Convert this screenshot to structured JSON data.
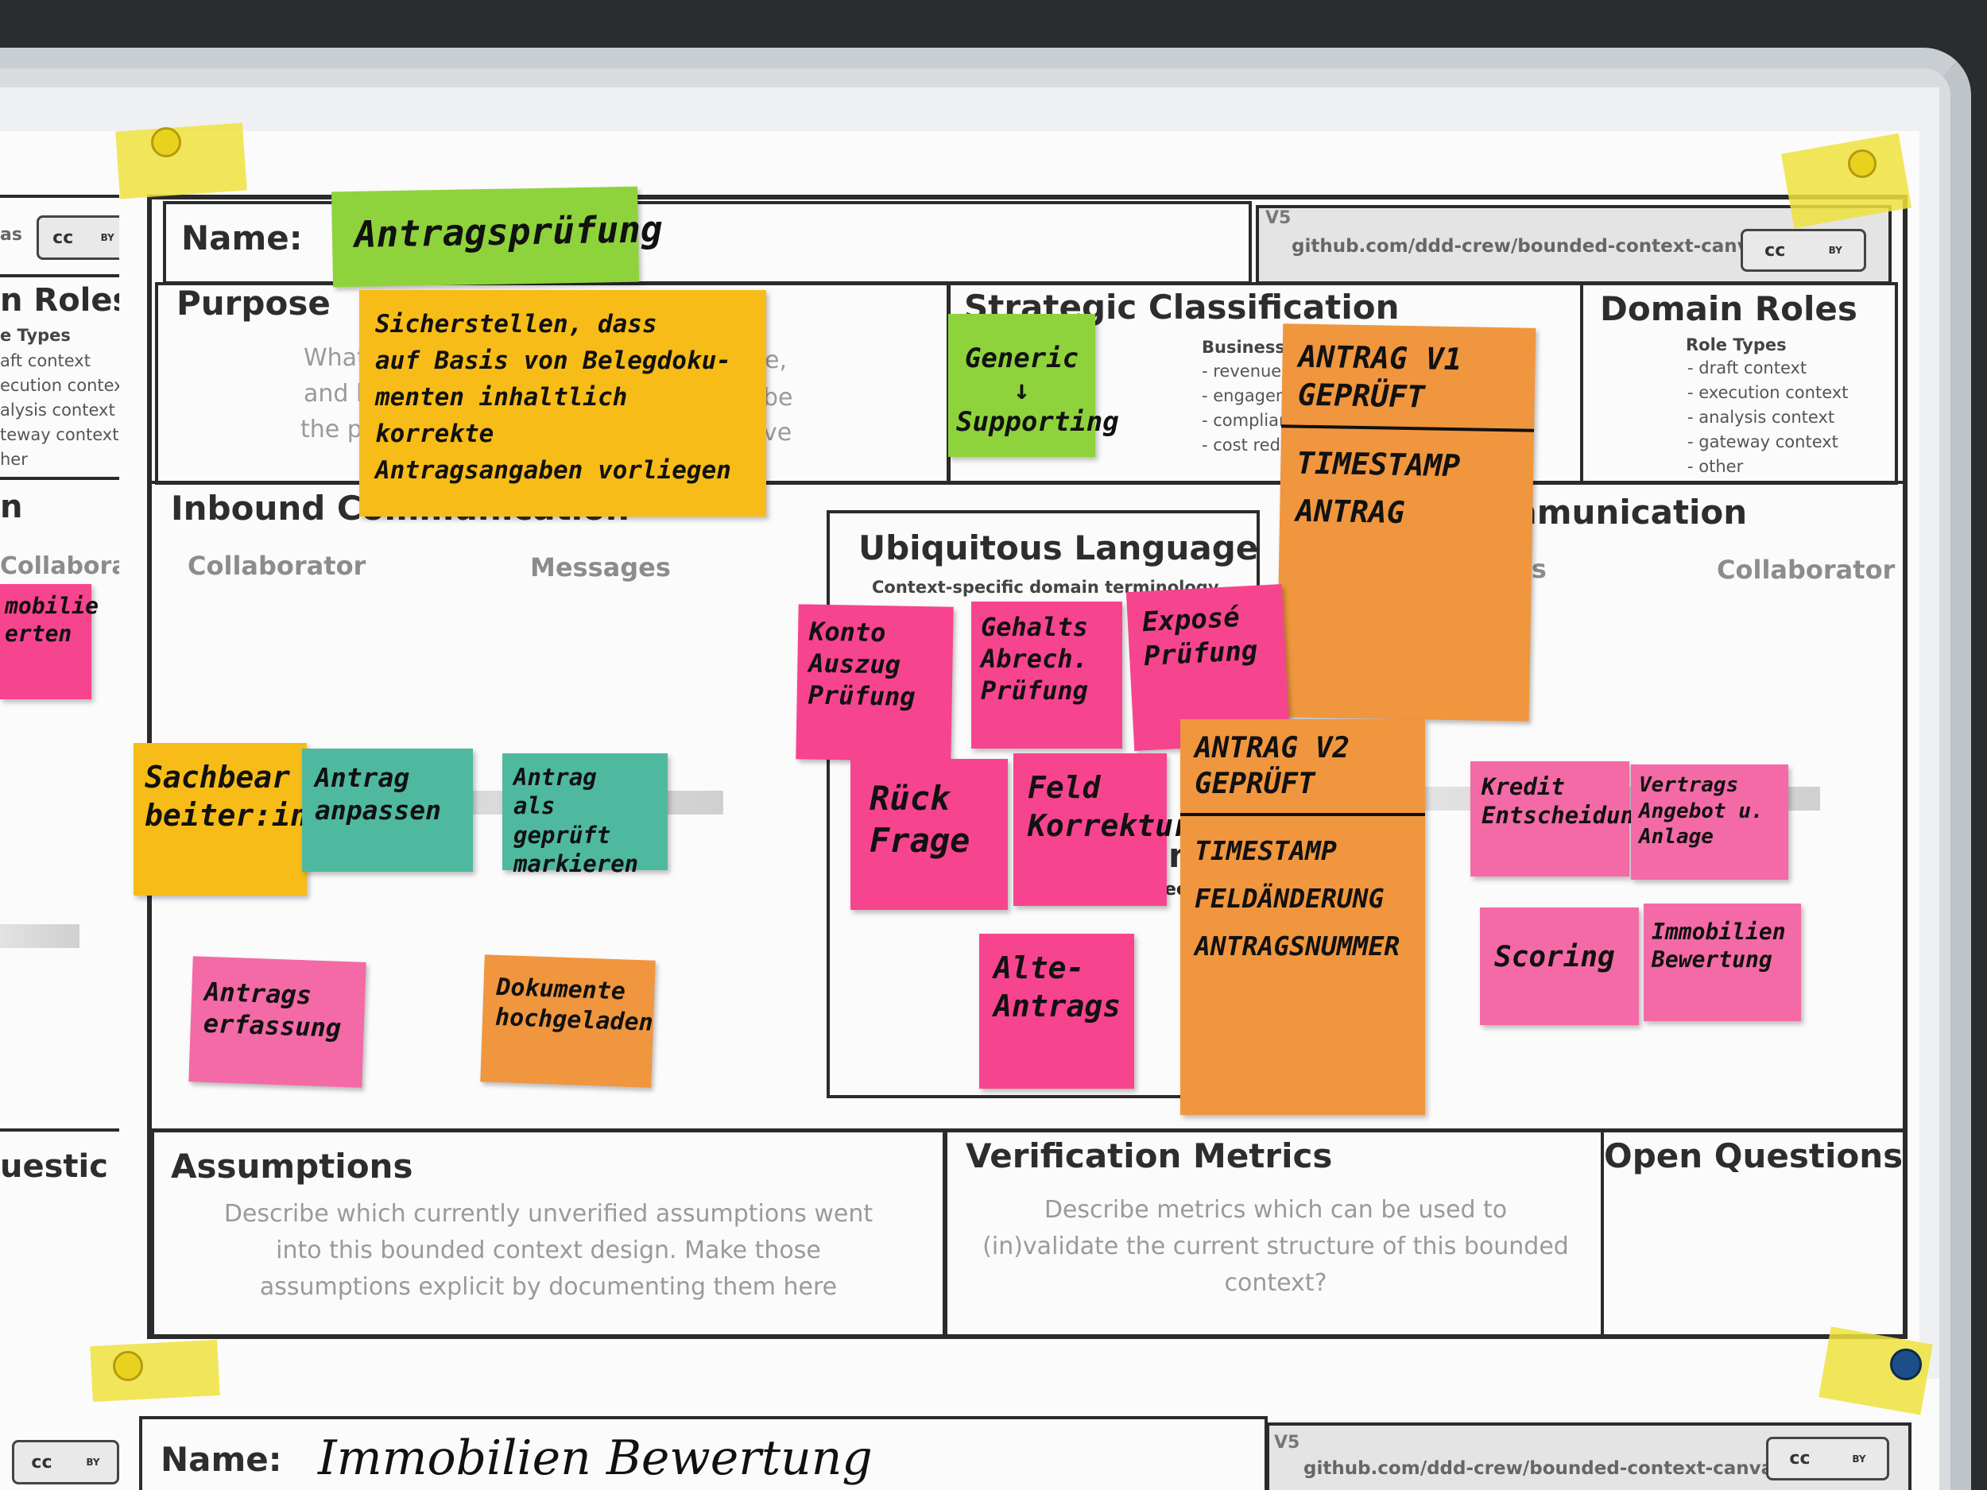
{
  "canvas": {
    "name_label": "Name:",
    "name_value": "Antragsprüfung",
    "version": "V5",
    "url": "github.com/ddd-crew/bounded-context-canvas",
    "cc_badge": "cc",
    "cc_by": "BY",
    "purpose": {
      "title": "Purpose",
      "hint_a": "What",
      "hint_b": "and h",
      "hint_c": "the p",
      "hint_d": "e,",
      "hint_e": "be",
      "hint_f": "ve"
    },
    "strategic": {
      "title": "Strategic Classification",
      "business_model": "Business Mo",
      "items": [
        "- revenue",
        "- engageme",
        "- complianc",
        "- cost reduc"
      ]
    },
    "domain_roles": {
      "title": "Domain Roles",
      "role_types": "Role Types",
      "items": [
        "- draft context",
        "- execution context",
        "- analysis context",
        "- gateway context",
        "- other"
      ]
    },
    "inbound": {
      "title": "Inbound Communication",
      "collaborator": "Collaborator",
      "messages": "Messages"
    },
    "outbound": {
      "title": "mmunication",
      "messages": "es",
      "collaborator": "Collaborator"
    },
    "ubiquitous": {
      "title": "Ubiquitous Language",
      "subtitle": "Context-specific domain terminology"
    },
    "business_decisions": {
      "peek": "n",
      "k_peek": "K",
      "ec_peek": "ec"
    },
    "assumptions": {
      "title": "Assumptions",
      "hint": "Describe which currently unverified assumptions went into this bounded context design. Make those assumptions explicit by documenting them here"
    },
    "verification": {
      "title": "Verification Metrics",
      "hint": "Describe metrics which can be used to (in)validate the current structure of this bounded context?"
    },
    "open_questions": {
      "title": "Open Questions"
    }
  },
  "left_sheet": {
    "as": "as",
    "roles": "n Roles",
    "types": "e Types",
    "items": [
      "aft context",
      "ecution context",
      "alysis context",
      "teway context",
      "her"
    ],
    "n": "n",
    "collaborat": "Collaborat",
    "questic": "uestic"
  },
  "bottom_sheet": {
    "name_label": "Name:",
    "name_value": "Immobilien Bewertung",
    "version": "V5",
    "url": "github.com/ddd-crew/bounded-context-canvas"
  },
  "notes": {
    "name": "Antragsprüfung",
    "purpose": "Sicherstellen, dass\nauf Basis von Belegdoku-\nmenten inhaltlich korrekte\nAntragsangaben vorliegen",
    "strategic": "Generic\n↓\nSupporting",
    "v1": "ANTRAG   V1\nGEPRÜFT",
    "v1_fields": "TIMESTAMP\nANTRAG",
    "konto": "Konto\nAuszug\nPrüfung",
    "gehalts": "Gehalts\nAbrech.\nPrüfung",
    "expose": "Exposé\nPrüfung",
    "rueck": "Rück\nFrage",
    "feld": "Feld\nKorrektur",
    "alte": "Alte-\nAntrags",
    "v2": "ANTRAG   V2\nGEPRÜFT",
    "v2_fields": "TIMESTAMP\nFELDÄNDERUNG\nANTRAGSNUMMER",
    "sachbearbeiter": "Sachbear\nbeiter:in",
    "anpassen": "Antrag\nanpassen",
    "markieren": "Antrag\nals geprüft\nmarkieren",
    "erfassung": "Antrags\nerfassung",
    "dokumente": "Dokumente\nhochgeladen",
    "kredit": "Kredit\nEntscheidung",
    "vertrag": "Vertrags\nAngebot u.\nAnlage",
    "scoring": "Scoring",
    "immo": "Immobilien\nBewertung",
    "left_pink": "mobilie\nerten"
  },
  "colors": {
    "pink": "#f7448f",
    "yellow": "#f7bc17",
    "green": "#8ed33b",
    "teal": "#4fb9a0",
    "orange": "#f0963e"
  }
}
